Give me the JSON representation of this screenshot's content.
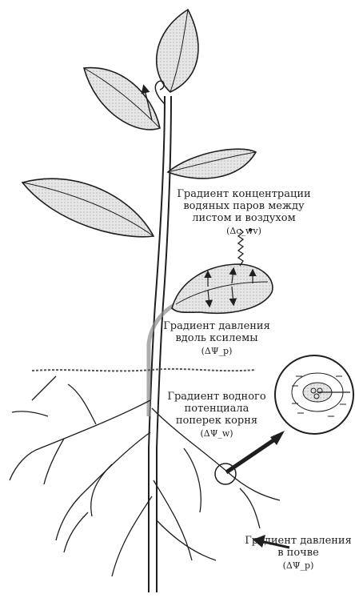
{
  "labels": {
    "vapor": {
      "lines": [
        "Градиент концентрации",
        "водяных паров между",
        "листом и воздухом"
      ],
      "symbol": "(Δc_wv)"
    },
    "xylem": {
      "lines": [
        "Градиент давления",
        "вдоль ксилемы"
      ],
      "symbol": "(ΔΨ_p)"
    },
    "root": {
      "lines": [
        "Градиент водного",
        "потенциала",
        "поперек корня"
      ],
      "symbol": "(ΔΨ_w)"
    },
    "soil": {
      "lines": [
        "Градиент давления",
        "в почве"
      ],
      "symbol": "(ΔΨ_p)"
    }
  },
  "colors": {
    "ink": "#1f1f1f",
    "leaf_fill": "#d9d9d9",
    "xylem_fill": "#e8e8e8"
  }
}
